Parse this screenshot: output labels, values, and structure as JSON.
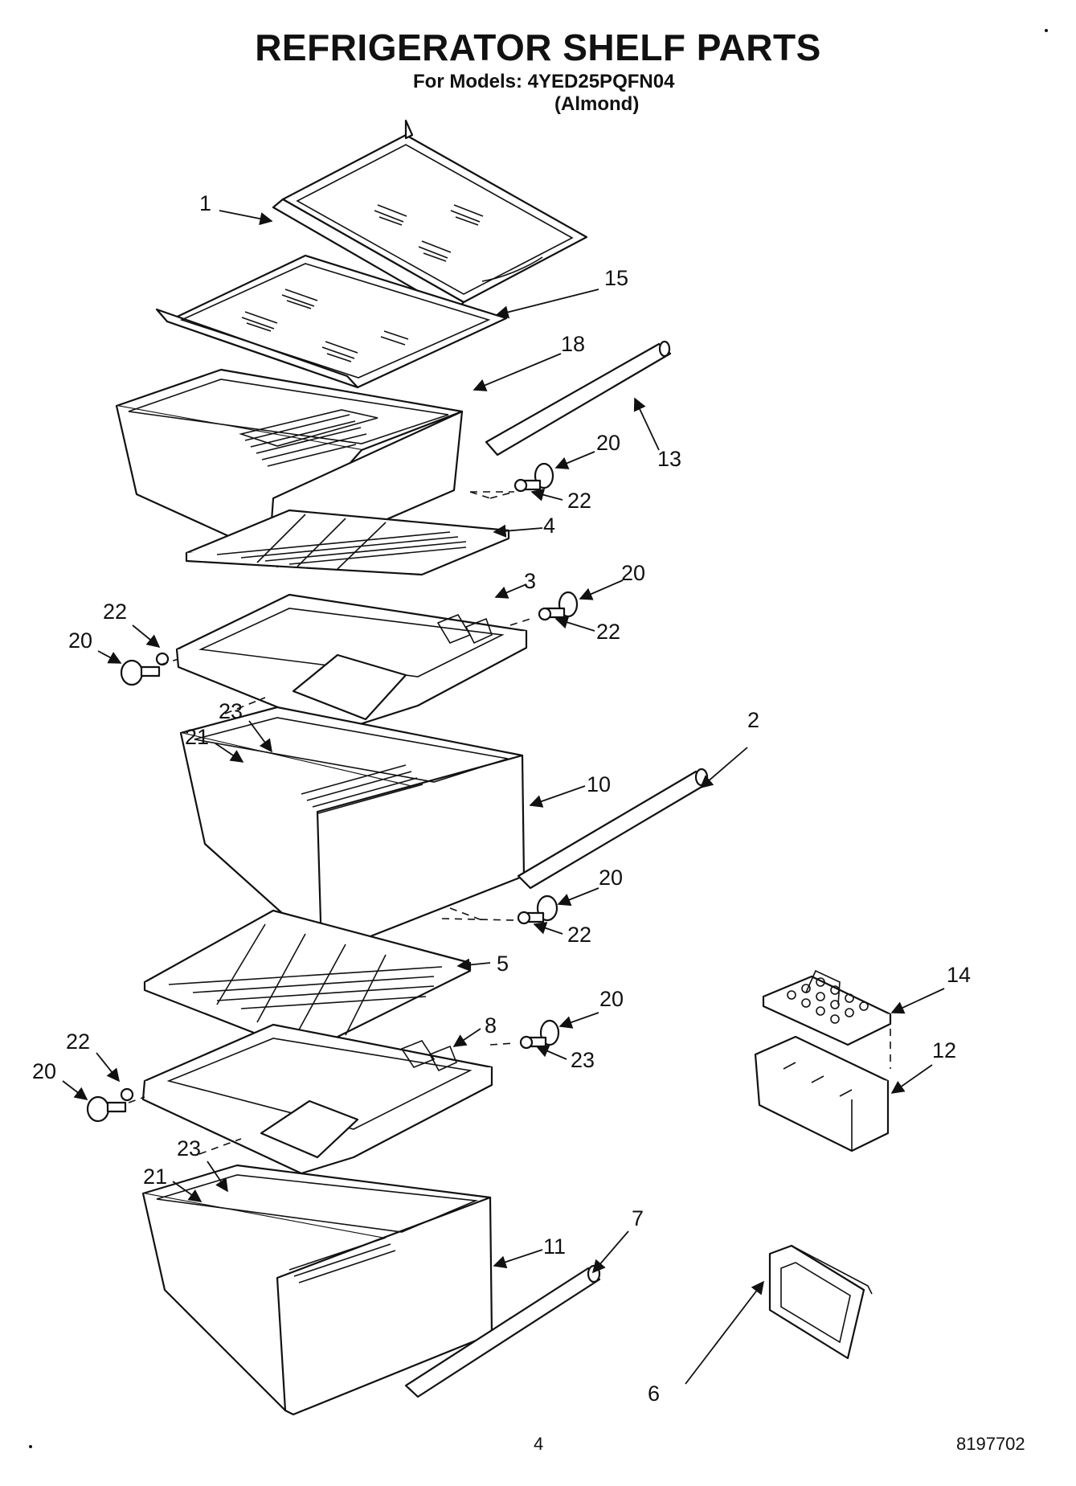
{
  "header": {
    "title": "REFRIGERATOR SHELF PARTS",
    "models_line": "For Models: 4YED25PQFN04",
    "color_line": "(Almond)"
  },
  "footer": {
    "page_number": "4",
    "document_number": "8197702"
  },
  "callouts": [
    {
      "id": "c1",
      "label": "1"
    },
    {
      "id": "c15",
      "label": "15"
    },
    {
      "id": "c18",
      "label": "18"
    },
    {
      "id": "c13",
      "label": "13"
    },
    {
      "id": "c20a",
      "label": "20"
    },
    {
      "id": "c22a",
      "label": "22"
    },
    {
      "id": "c4",
      "label": "4"
    },
    {
      "id": "c3",
      "label": "3"
    },
    {
      "id": "c20b",
      "label": "20"
    },
    {
      "id": "c22b",
      "label": "22"
    },
    {
      "id": "c22c",
      "label": "22"
    },
    {
      "id": "c20c",
      "label": "20"
    },
    {
      "id": "c23a",
      "label": "23"
    },
    {
      "id": "c21a",
      "label": "21"
    },
    {
      "id": "c2",
      "label": "2"
    },
    {
      "id": "c10",
      "label": "10"
    },
    {
      "id": "c20d",
      "label": "20"
    },
    {
      "id": "c22d",
      "label": "22"
    },
    {
      "id": "c5",
      "label": "5"
    },
    {
      "id": "c14",
      "label": "14"
    },
    {
      "id": "c20e",
      "label": "20"
    },
    {
      "id": "c8",
      "label": "8"
    },
    {
      "id": "c23b",
      "label": "23"
    },
    {
      "id": "c12",
      "label": "12"
    },
    {
      "id": "c22e",
      "label": "22"
    },
    {
      "id": "c20f",
      "label": "20"
    },
    {
      "id": "c23c",
      "label": "23"
    },
    {
      "id": "c21b",
      "label": "21"
    },
    {
      "id": "c7",
      "label": "7"
    },
    {
      "id": "c11",
      "label": "11"
    },
    {
      "id": "c6",
      "label": "6"
    }
  ]
}
